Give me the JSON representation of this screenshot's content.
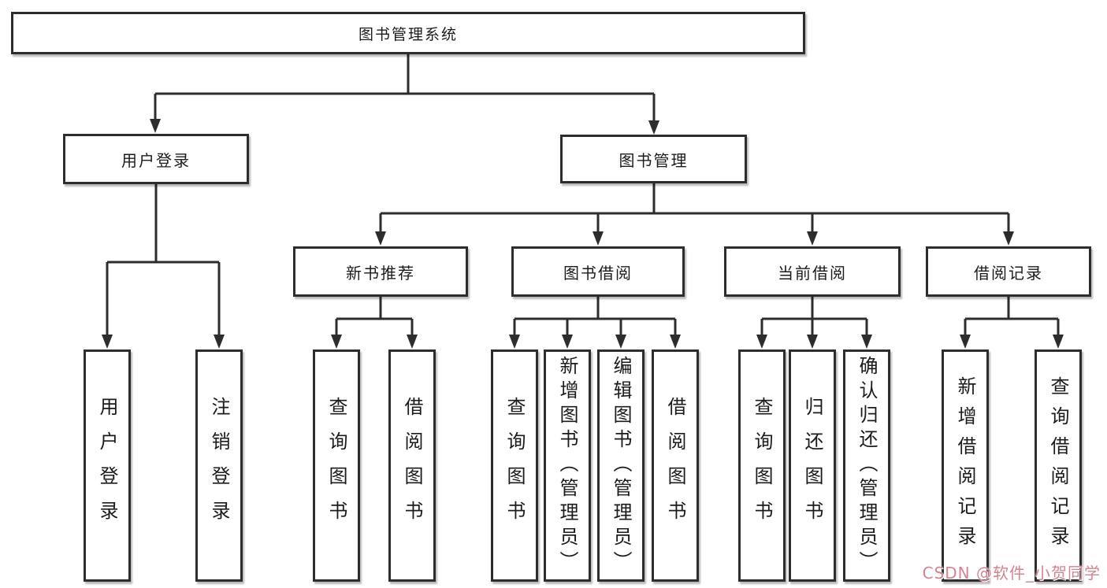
{
  "diagram": {
    "title": "图书管理系统",
    "type": "hierarchy-tree"
  },
  "tree": {
    "label": "图书管理系统",
    "children": [
      {
        "label": "用户登录",
        "children": [
          {
            "label": "用户登录"
          },
          {
            "label": "注销登录"
          }
        ]
      },
      {
        "label": "图书管理",
        "children": [
          {
            "label": "新书推荐",
            "children": [
              {
                "label": "查询图书"
              },
              {
                "label": "借阅图书"
              }
            ]
          },
          {
            "label": "图书借阅",
            "children": [
              {
                "label": "查询图书"
              },
              {
                "label": "新增图书（管理员）"
              },
              {
                "label": "编辑图书（管理员）"
              },
              {
                "label": "借阅图书"
              }
            ]
          },
          {
            "label": "当前借阅",
            "children": [
              {
                "label": "查询图书"
              },
              {
                "label": "归还图书"
              },
              {
                "label": "确认归还（管理员）"
              }
            ]
          },
          {
            "label": "借阅记录",
            "children": [
              {
                "label": "新增借阅记录"
              },
              {
                "label": "查询借阅记录"
              }
            ]
          }
        ]
      }
    ]
  },
  "watermark": {
    "text": "CSDN @软件_小贺同学"
  },
  "colors": {
    "line": "#2d2d2d",
    "box_background": "#ffffff",
    "watermark_text": "#d4848e"
  }
}
